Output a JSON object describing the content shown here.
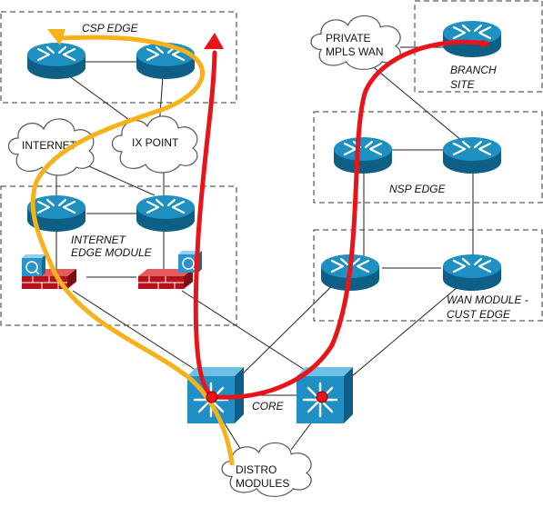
{
  "diagram": {
    "zones": {
      "csp_edge": "CSP EDGE",
      "internet_edge": [
        "INTERNET",
        "EDGE MODULE"
      ],
      "branch_site": [
        "BRANCH",
        "SITE"
      ],
      "nsp_edge": "NSP EDGE",
      "wan_module": [
        "WAN MODULE -",
        "CUST EDGE"
      ]
    },
    "clouds": {
      "internet": "INTERNET",
      "ix_point": "IX POINT",
      "private_mpls": [
        "PRIVATE",
        "MPLS WAN"
      ],
      "distro": [
        "DISTRO",
        "MODULES"
      ]
    },
    "core_label": "CORE",
    "colors": {
      "router": "#1e90c2",
      "router_dark": "#0e5f86",
      "switch": "#1f8fc6",
      "firewall": "#b5121b",
      "path_red": "#e8141a",
      "path_yellow": "#f6b11b",
      "zone_border": "#333333",
      "link": "#222222"
    }
  }
}
